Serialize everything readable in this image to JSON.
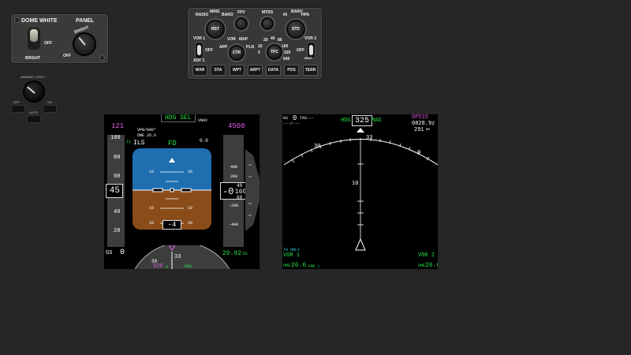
{
  "overhead": {
    "dome_label": "DOME WHITE",
    "dome_off": "OFF",
    "dome_bright": "BRIGHT",
    "panel_label": "PANEL",
    "panel_bright": "BRIGHT",
    "panel_off": "OFF",
    "ambient_label": "AMBIENT LIGHT",
    "ambient_left": "OFF",
    "ambient_right": "ON",
    "ambient_auto": "AUTO"
  },
  "efis": {
    "radio": "RADIO",
    "mins": "MINS",
    "baro_l": "BARO",
    "rst": "RST",
    "fpv": "FPV",
    "mtrs": "MTRS",
    "in": "IN",
    "baro_r": "BARO",
    "hpa": "HPA",
    "std": "STD",
    "vor1": "VOR 1",
    "off1": "OFF",
    "adf1": "ADF 1",
    "vor": "VOR",
    "map": "MAP",
    "app": "APP",
    "pln": "PLN",
    "ctr": "CTR",
    "r20": "20",
    "r40": "40",
    "r80": "80",
    "r10": "10",
    "r160": "160",
    "r5": "5",
    "r320": "320",
    "r640": "640",
    "tfc": "TFC",
    "vor2": "VOR 2",
    "off2": "OFF",
    "inop": "INOP",
    "buttons": [
      "WXR",
      "STA",
      "WPT",
      "ARPT",
      "DATA",
      "POS",
      "TERR"
    ]
  },
  "pfd": {
    "hdg_sel": "HDG SEL",
    "vnav": "VNAV",
    "speed_bug": "121",
    "alt_bug": "4500",
    "vpb": "VPB/000°",
    "dme": "DME 26.6",
    "ils": "ILS",
    "ils_num": "11",
    "fd": "FD",
    "gs_inner": "0.0",
    "speed_value": "45",
    "alt_box": "-0",
    "alt_small": "40",
    "alt_mid": "160",
    "alt_unit": "60",
    "vs_value": "-4",
    "gs_label": "GS",
    "gs_value": "0",
    "baro": "29.92",
    "baro_unit": "IN.",
    "hdg": "325",
    "hdg_unit": "H",
    "mag": "MAG",
    "speed_ticks": [
      "100",
      "80",
      "60",
      "40",
      "20"
    ],
    "alt_ticks": [
      "400",
      "200",
      "",
      "-200",
      "-400"
    ],
    "pitch_up": [
      "10",
      "10"
    ],
    "pitch_dn": [
      "10",
      "10",
      "20",
      "20"
    ],
    "compass": [
      "30",
      "33"
    ]
  },
  "nd": {
    "gs": "GS",
    "gs_val": "0",
    "tas": "TAS---",
    "wind": "---/---",
    "hdg_label": "HDG",
    "hdg_val": "325",
    "mag": "MAG",
    "wpt": "DPS15",
    "time": "0828.9z",
    "dist": "291",
    "dist_unit": "NM",
    "arc_labels": [
      "30",
      "33",
      "0"
    ],
    "range": "10",
    "ta_only": "TA ONLY",
    "vor1": "VOR 1",
    "dme1": "DME",
    "dme1_val": "26.6",
    "fmcl": "FMC L",
    "vor2": "VOR 2",
    "dme2": "DME",
    "dme2_val": "26.6"
  }
}
